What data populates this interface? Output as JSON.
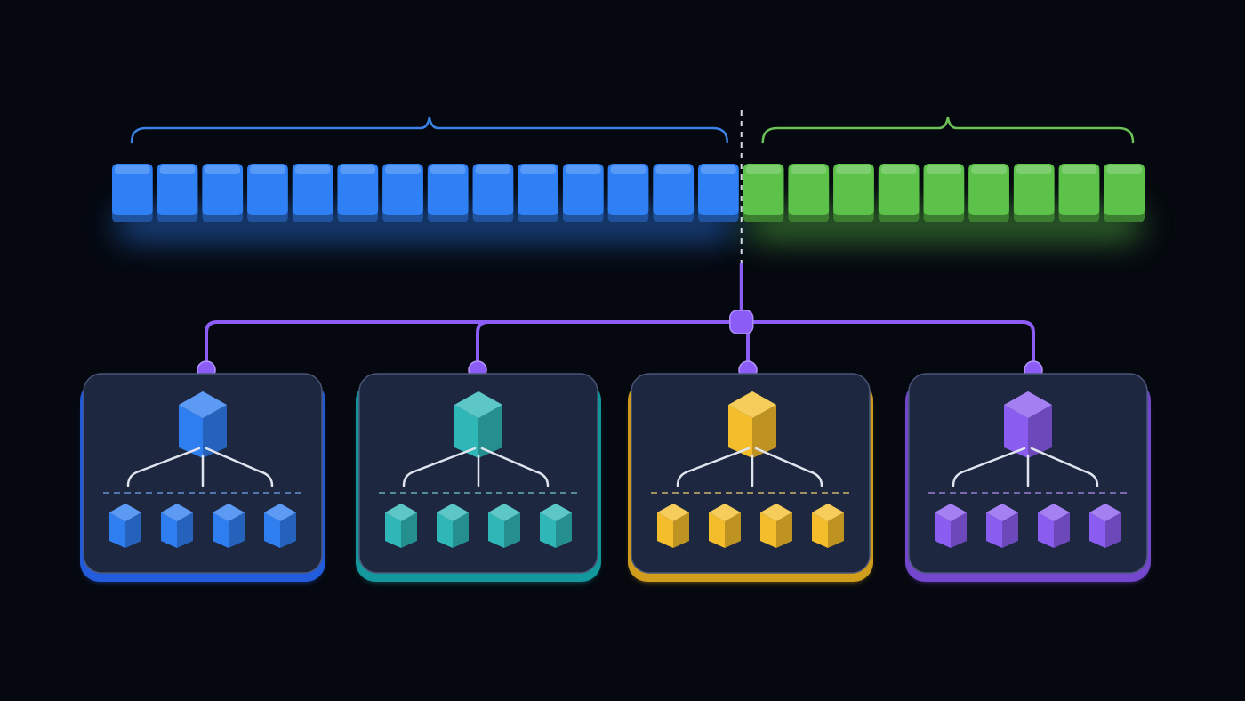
{
  "colors": {
    "background": "#05080f",
    "context_blue": "#2f80f5",
    "context_green": "#5cc24a",
    "connector_purple": "#8b5cf6",
    "marker_dashed": "#d6dbe6",
    "panel_fill": "#1d2740"
  },
  "token_sequence": {
    "segments": [
      {
        "name": "blue-segment",
        "count": 14,
        "color": "#2f80f5",
        "brace_color": "#3b82e6"
      },
      {
        "name": "green-segment",
        "count": 9,
        "color": "#5cc24a",
        "brace_color": "#6cc157"
      }
    ]
  },
  "modules": [
    {
      "name": "blue",
      "color": "#2f7ef0",
      "dark": "#1f5fc4",
      "accent": "#2563eb",
      "leaf_count": 4
    },
    {
      "name": "teal",
      "color": "#2fb7b7",
      "dark": "#208a8c",
      "accent": "#14a3a8",
      "leaf_count": 4
    },
    {
      "name": "yellow",
      "color": "#f3bd2c",
      "dark": "#c9951c",
      "accent": "#e0a81e",
      "leaf_count": 4
    },
    {
      "name": "purple",
      "color": "#8b5cf0",
      "dark": "#6a40c9",
      "accent": "#7c4ddb",
      "leaf_count": 4
    }
  ]
}
